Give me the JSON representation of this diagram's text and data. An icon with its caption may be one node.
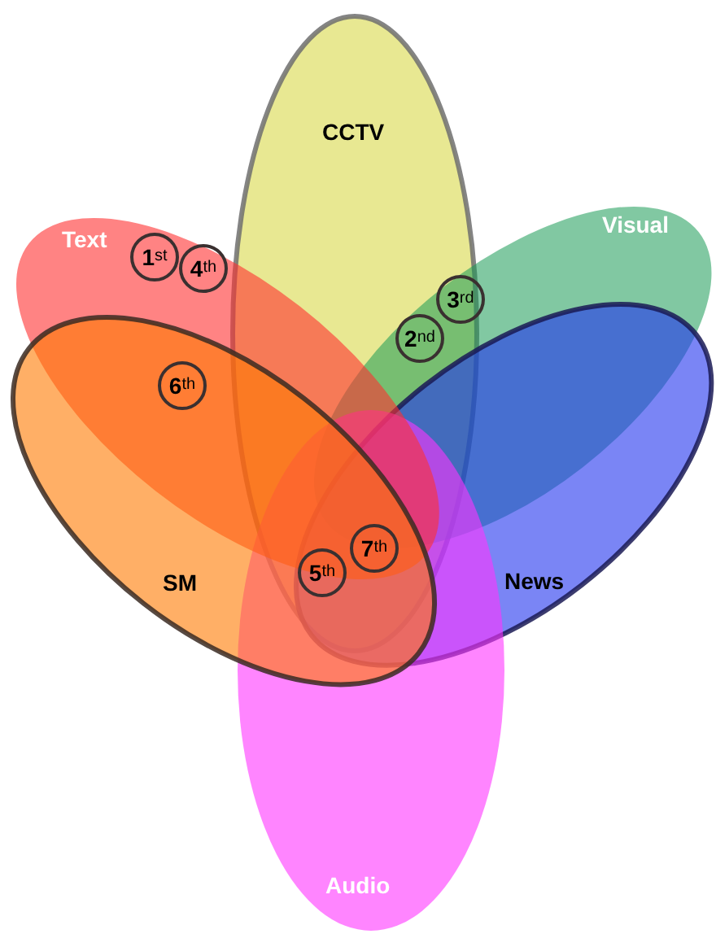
{
  "diagram": {
    "nodes": [
      {
        "text": [
          "CCTV"
        ]
      },
      {
        "text": [
          "Text"
        ]
      },
      {
        "text": [
          "Visual"
        ]
      },
      {
        "text": [
          "1$^{st}$"
        ],
        "in": 1
      },
      {
        "text": [
          "4$^{th}$"
        ],
        "in": 1
      },
      {
        "text": [
          "3$^{rd}$"
        ],
        "in": 2
      },
      {
        "text": [
          "2$^{nd}$"
        ]
      },
      {
        "text": [
          "6$^{th}$"
        ]
      },
      {
        "text": [
          "SM"
        ]
      },
      {
        "text": [
          "News"
        ]
      },
      {
        "text": [
          "7$^{th}$"
        ]
      },
      {
        "text": [
          "5$^{th}$"
        ]
      },
      {
        "text": [
          "Audio"
        ]
      }
    ]
  }
}
